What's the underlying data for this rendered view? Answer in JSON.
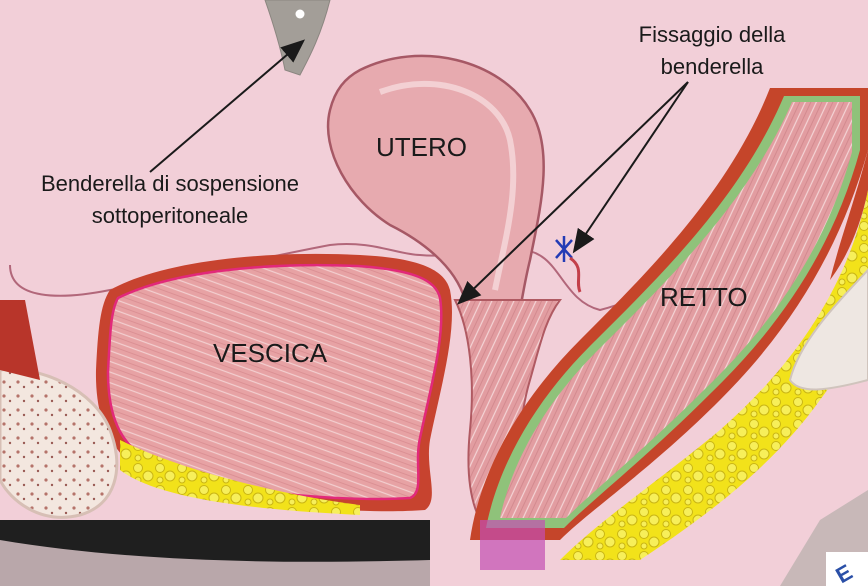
{
  "labels": {
    "utero": "UTERO",
    "vescica": "VESCICA",
    "retto": "RETTO",
    "benderella_line1": "Benderella di sospensione",
    "benderella_line2": "sottoperitoneale",
    "fissaggio_line1": "Fissaggio della",
    "fissaggio_line2": "benderella"
  },
  "corner_logo_text": "E"
}
